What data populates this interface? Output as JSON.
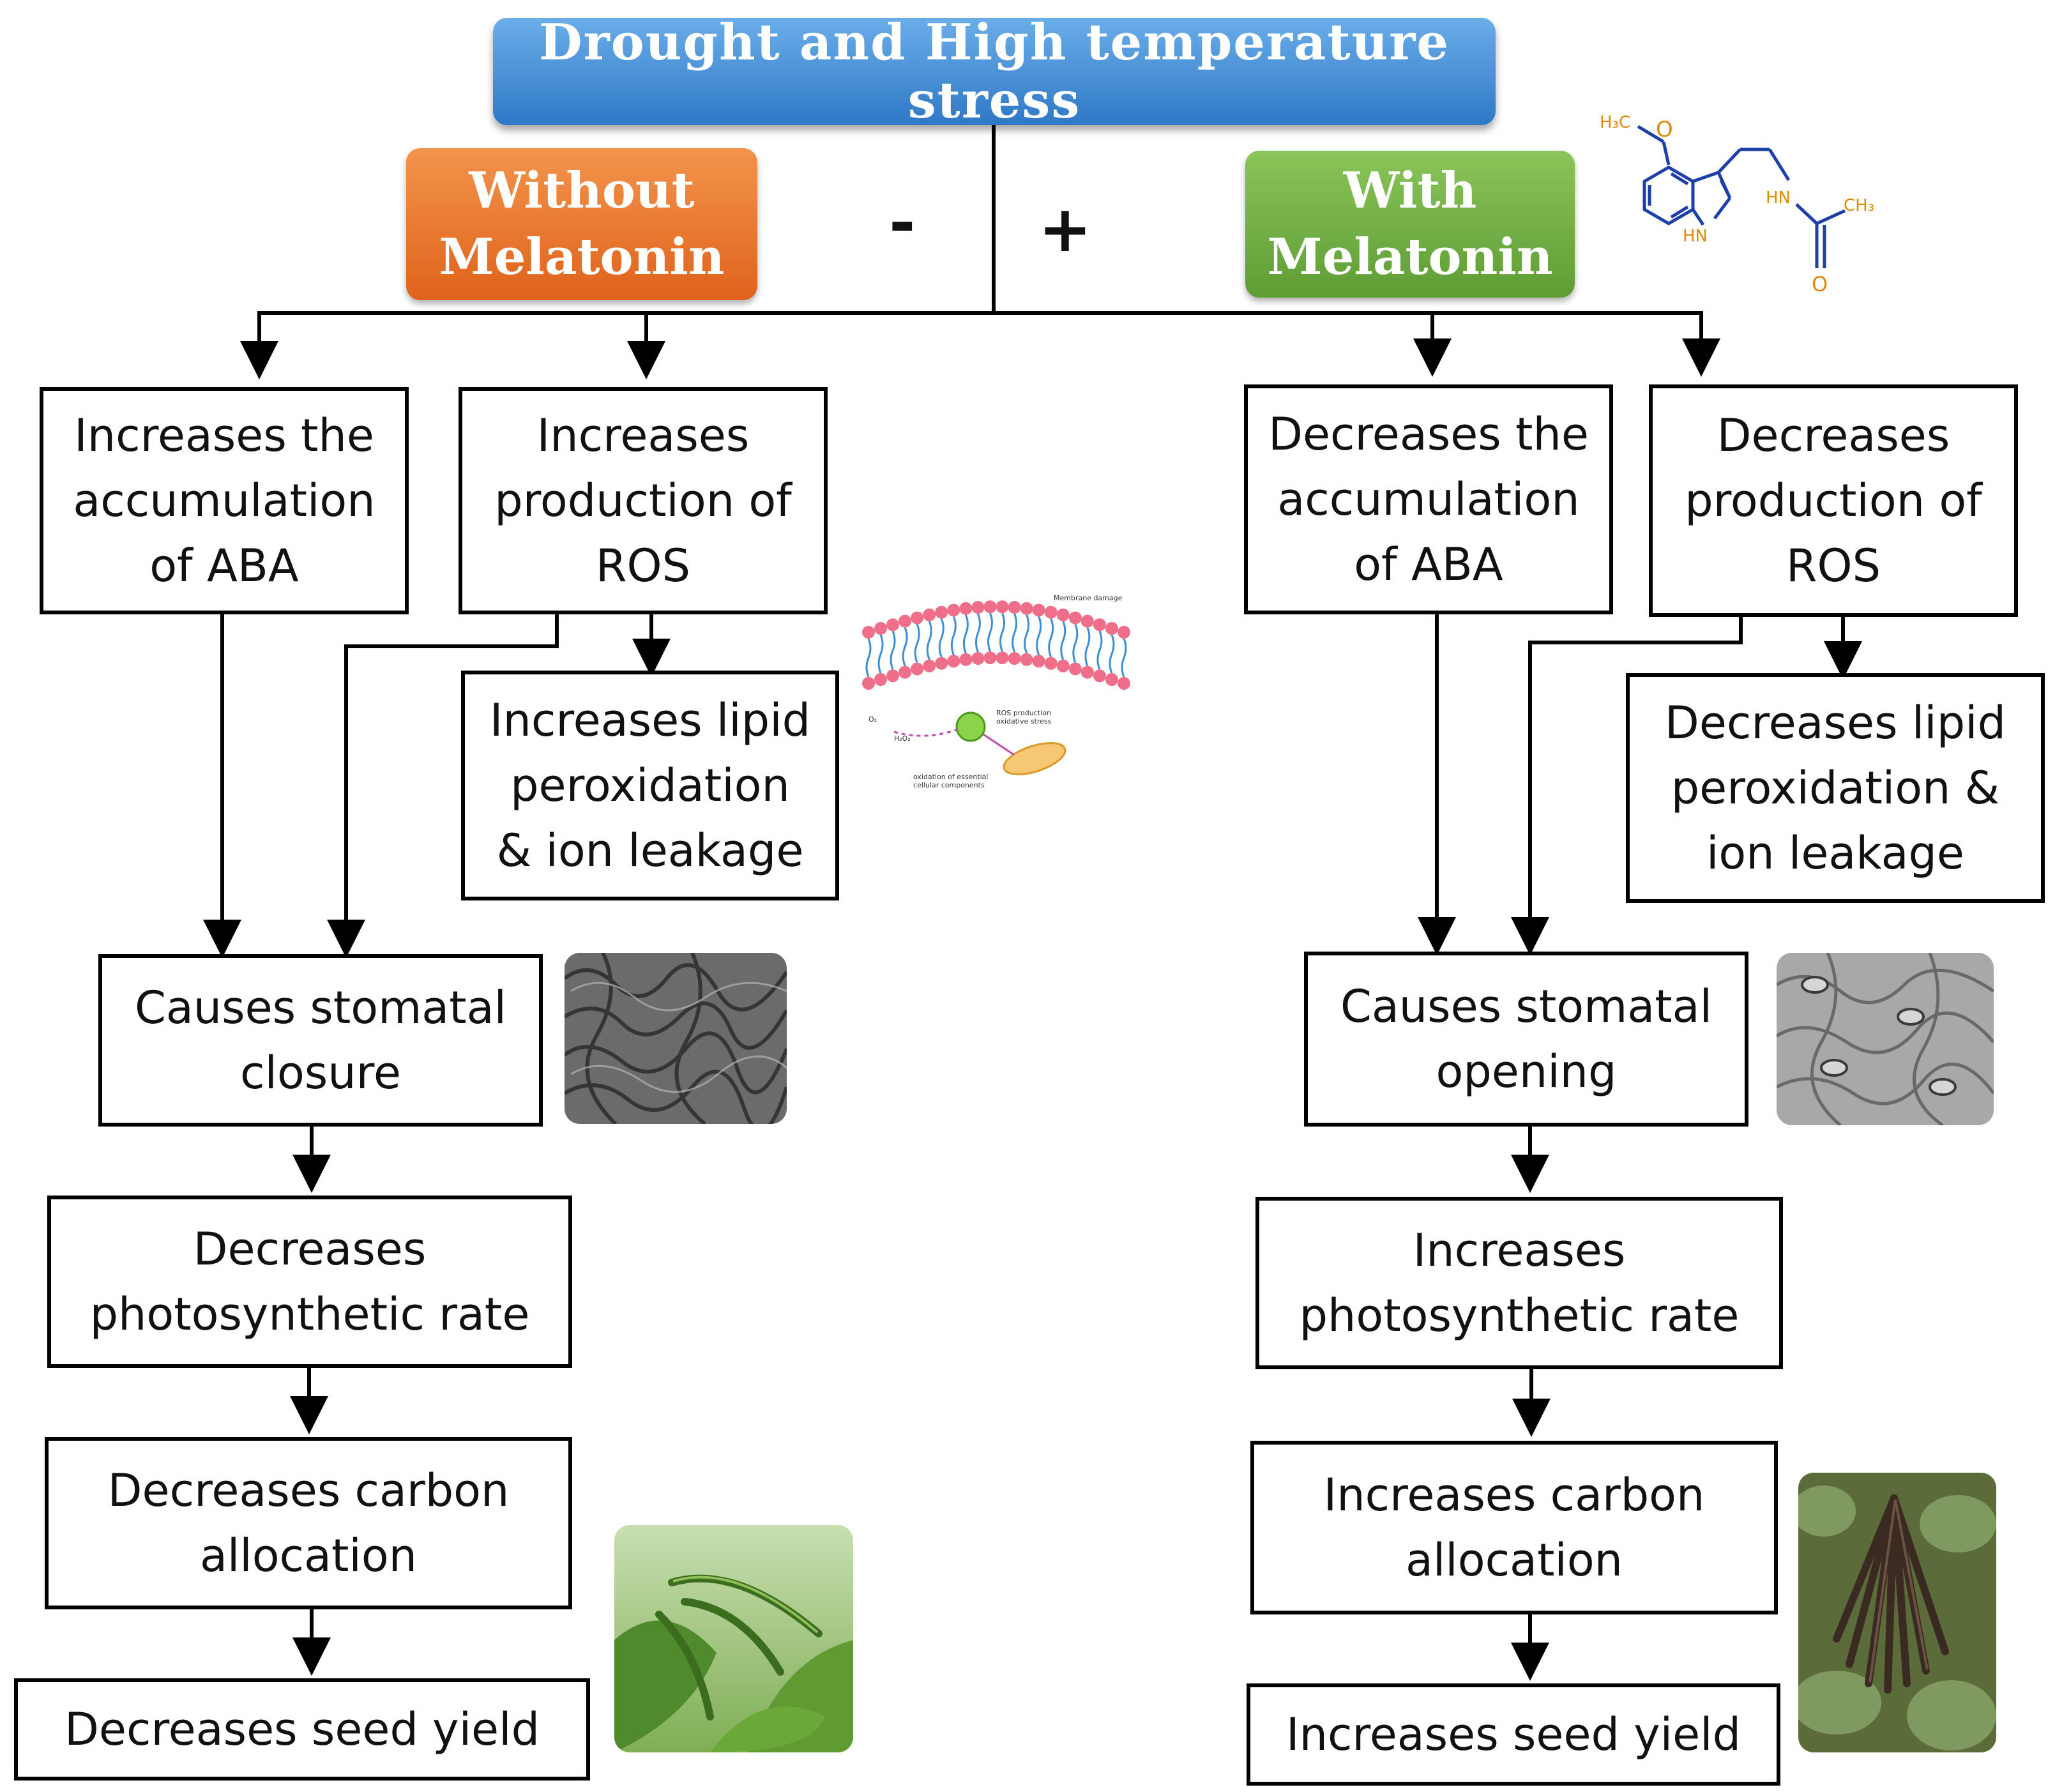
{
  "header": {
    "title": "Drought and High temperature stress"
  },
  "branches": {
    "without": {
      "label": "Without\nMelatonin",
      "sign": "-",
      "color": "#e8722e",
      "boxes": {
        "aba": "Increases the\naccumulation\nof ABA",
        "ros": "Increases\nproduction of\nROS",
        "lipid": "Increases lipid\nperoxidation\n& ion leakage",
        "stomata": "Causes stomatal\nclosure",
        "photosynthesis": "Decreases\nphotosynthetic rate",
        "carbon": "Decreases carbon\nallocation",
        "yield": "Decreases seed yield"
      }
    },
    "with": {
      "label": "With\nMelatonin",
      "sign": "+",
      "color": "#6aaa3f",
      "boxes": {
        "aba": "Decreases the\naccumulation\nof ABA",
        "ros": "Decreases\nproduction of\nROS",
        "lipid": "Decreases lipid\nperoxidation &\nion leakage",
        "stomata": "Causes stomatal\nopening",
        "photosynthesis": "Increases\nphotosynthetic rate",
        "carbon": "Increases carbon\nallocation",
        "yield": "Increases seed yield"
      }
    }
  },
  "molecule_labels": {
    "methyl_ether": "H₃C",
    "oxygen_top": "O",
    "indole_nh": "HN",
    "amide_nh": "HN",
    "methyl": "CH₃",
    "carbonyl_o": "O"
  },
  "membrane_labels": {
    "damage": "Membrane damage",
    "ros": "ROS production\noxidative stress",
    "oxidation": "oxidation of essential\ncellular components",
    "o2": "O₂",
    "h2o2": "H₂O₂"
  },
  "colors": {
    "title_gradient_top": "#6aaee9",
    "title_gradient_bottom": "#2f78c6",
    "without_color": "#e8722e",
    "with_color": "#6aaa3f",
    "lines": "#000000",
    "molecule": "#1e3fa8",
    "molecule_oxygen": "#e08a00"
  },
  "icons": [
    "arrow-down-icon",
    "melatonin-molecule-icon",
    "membrane-icon",
    "stomata-closed-photo",
    "stomata-open-photo",
    "green-pods-photo",
    "dry-pods-photo"
  ]
}
